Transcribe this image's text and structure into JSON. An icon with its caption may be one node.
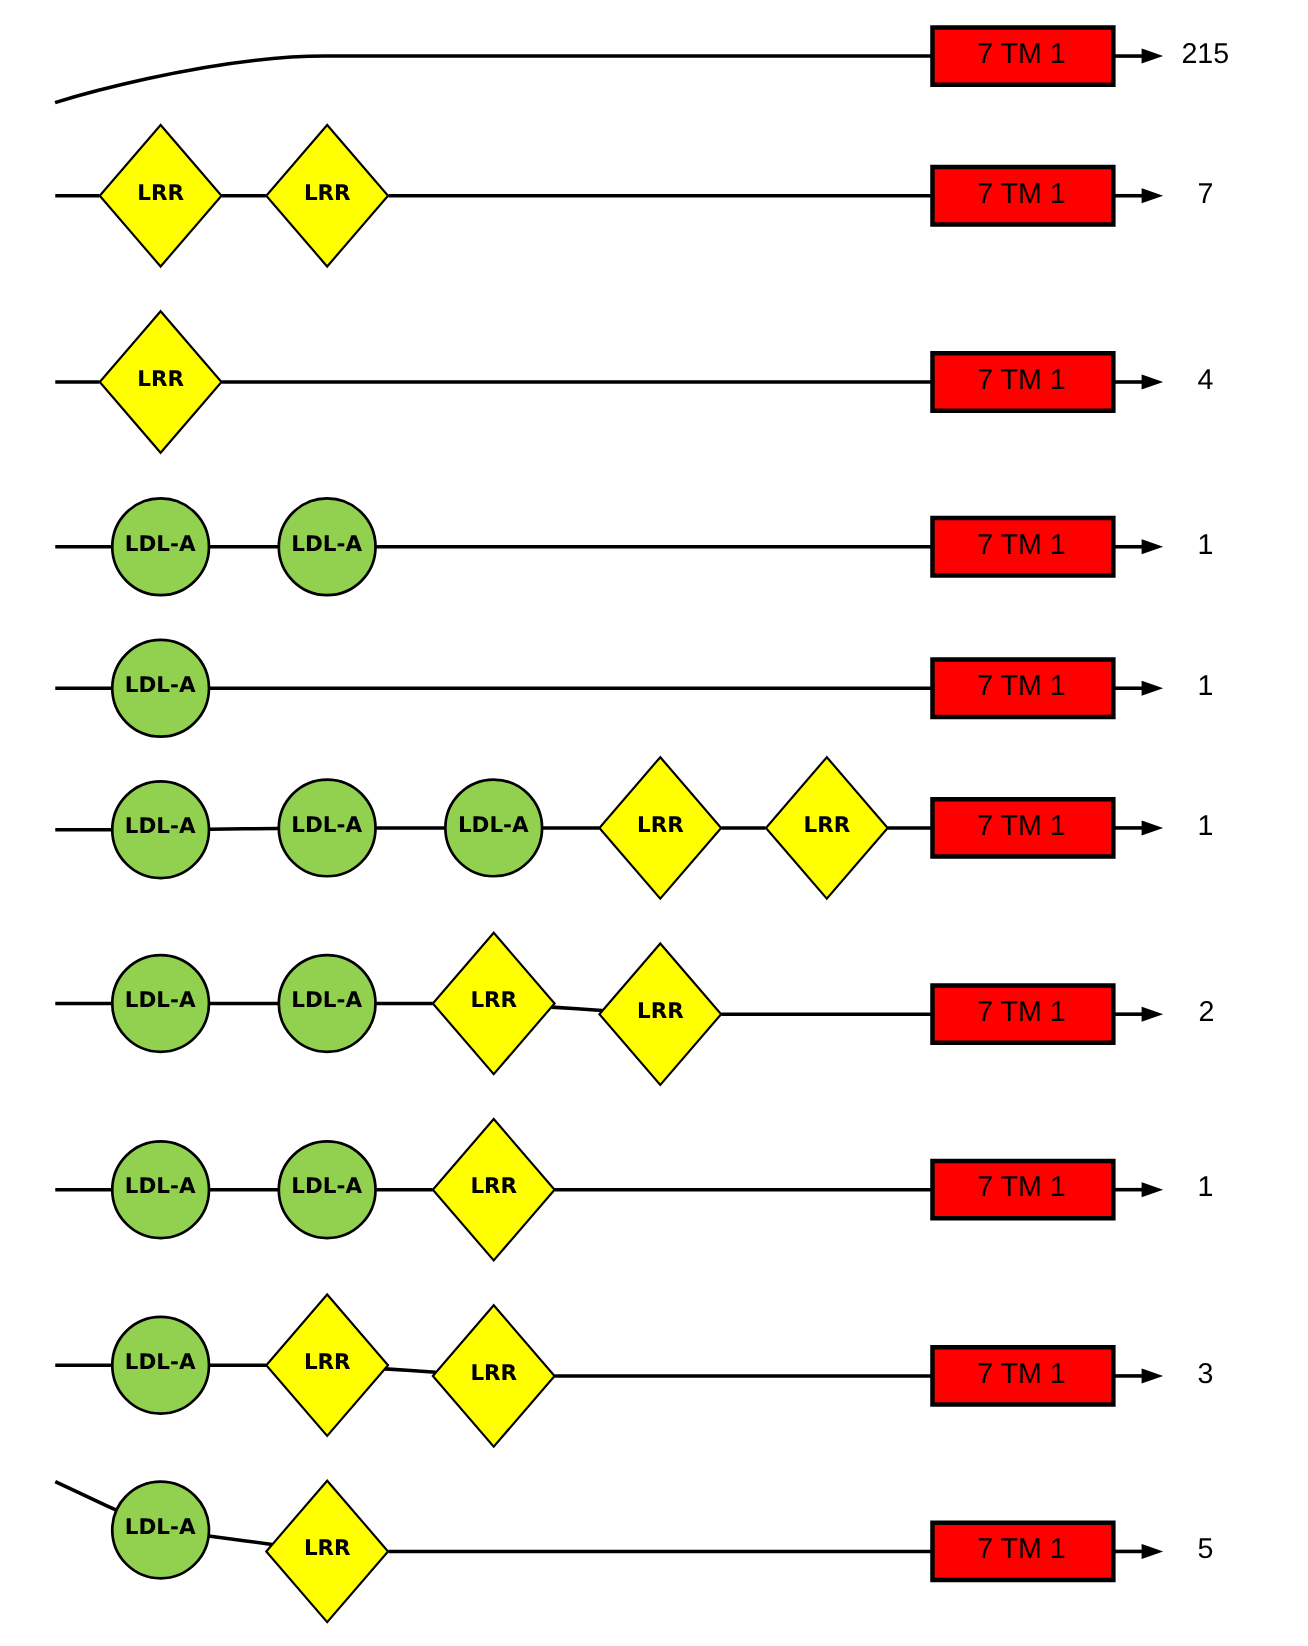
{
  "diagram": {
    "nodes": [
      {
        "text": [
          "LDL-A"
        ]
      },
      {
        "text": [
          "LRR"
        ]
      },
      {
        "text": [
          "7 TM 1"
        ]
      },
      {
        "text": [
          "5"
        ]
      },
      {
        "text": [
          "LDL-A"
        ]
      },
      {
        "text": [
          "LRR"
        ]
      },
      {
        "text": [
          "LRR"
        ]
      },
      {
        "text": [
          "7 TM 1"
        ]
      },
      {
        "text": [
          "3"
        ]
      },
      {
        "text": [
          "LDL-A"
        ]
      },
      {
        "text": [
          "LDL-A"
        ]
      },
      {
        "text": [
          "LRR"
        ]
      },
      {
        "text": [
          "7 TM 1"
        ]
      },
      {
        "text": [
          "1"
        ]
      },
      {
        "text": [
          "LDL-A"
        ]
      },
      {
        "text": [
          "LDL-A"
        ]
      },
      {
        "text": [
          "LRR"
        ]
      },
      {
        "text": [
          "LRR"
        ]
      },
      {
        "text": [
          "7 TM 1"
        ]
      },
      {
        "text": [
          "2"
        ]
      },
      {
        "text": [
          "LDL-A"
        ]
      },
      {
        "text": [
          "LDL-A"
        ]
      },
      {
        "text": [
          "LDL-A"
        ]
      },
      {
        "text": [
          "LRR"
        ]
      },
      {
        "text": [
          "LRR"
        ]
      },
      {
        "text": [
          "7 TM 1"
        ]
      },
      {
        "text": [
          "1"
        ]
      },
      {
        "text": [
          "LDL-A"
        ]
      },
      {
        "text": [
          "7 TM 1"
        ]
      },
      {
        "text": [
          "1"
        ]
      },
      {
        "text": [
          "LDL-A"
        ]
      },
      {
        "text": [
          "LDL-A"
        ]
      },
      {
        "text": [
          "7 TM 1"
        ]
      },
      {
        "text": [
          "1"
        ]
      },
      {
        "text": [
          "LRR"
        ]
      },
      {
        "text": [
          "7 TM 1"
        ]
      },
      {
        "text": [
          "4"
        ]
      },
      {
        "text": [
          "LRR"
        ]
      },
      {
        "text": [
          "LRR"
        ]
      },
      {
        "text": [
          "7 TM 1"
        ]
      },
      {
        "text": [
          "7"
        ]
      },
      {
        "text": [
          "7 TM 1"
        ]
      },
      {
        "text": [
          "215"
        ]
      }
    ],
    "edges": [
      {
        "from": null,
        "to": 0,
        "arrow": "none"
      },
      {
        "from": 0,
        "to": 1,
        "arrow": "none"
      },
      {
        "from": 1,
        "to": 2,
        "arrow": "none"
      },
      {
        "from": 2,
        "to": 3,
        "arrow": "to"
      },
      {
        "from": null,
        "to": 4,
        "arrow": "none"
      },
      {
        "from": 4,
        "to": 5,
        "arrow": "none"
      },
      {
        "from": 5,
        "to": 6,
        "arrow": "none"
      },
      {
        "from": 6,
        "to": 7,
        "arrow": "none"
      },
      {
        "from": 7,
        "to": 8,
        "arrow": "to"
      },
      {
        "from": null,
        "to": 9,
        "arrow": "none"
      },
      {
        "from": 9,
        "to": 10,
        "arrow": "none"
      },
      {
        "from": 10,
        "to": 11,
        "arrow": "none"
      },
      {
        "from": 11,
        "to": 12,
        "arrow": "none"
      },
      {
        "from": 12,
        "to": 13,
        "arrow": "to"
      },
      {
        "from": null,
        "to": 14,
        "arrow": "none"
      },
      {
        "from": 14,
        "to": 15,
        "arrow": "none"
      },
      {
        "from": 15,
        "to": 16,
        "arrow": "none"
      },
      {
        "from": 16,
        "to": 17,
        "arrow": "none"
      },
      {
        "from": 17,
        "to": 18,
        "arrow": "none"
      },
      {
        "from": 18,
        "to": 19,
        "arrow": "to"
      },
      {
        "from": null,
        "to": 20,
        "arrow": "none"
      },
      {
        "from": 20,
        "to": 21,
        "arrow": "none"
      },
      {
        "from": 21,
        "to": 22,
        "arrow": "none"
      },
      {
        "from": 22,
        "to": 23,
        "arrow": "none"
      },
      {
        "from": 23,
        "to": 24,
        "arrow": "none"
      },
      {
        "from": 24,
        "to": 25,
        "arrow": "none"
      },
      {
        "from": 25,
        "to": 26,
        "arrow": "to"
      },
      {
        "from": null,
        "to": 27,
        "arrow": "none"
      },
      {
        "from": 27,
        "to": 28,
        "arrow": "none"
      },
      {
        "from": 28,
        "to": 29,
        "arrow": "to"
      },
      {
        "from": null,
        "to": 30,
        "arrow": "none"
      },
      {
        "from": 30,
        "to": 31,
        "arrow": "none"
      },
      {
        "from": 31,
        "to": 32,
        "arrow": "none"
      },
      {
        "from": 32,
        "to": 33,
        "arrow": "to"
      },
      {
        "from": null,
        "to": 34,
        "arrow": "none"
      },
      {
        "from": 34,
        "to": 35,
        "arrow": "none"
      },
      {
        "from": 35,
        "to": 36,
        "arrow": "to"
      },
      {
        "from": null,
        "to": 37,
        "arrow": "none"
      },
      {
        "from": 37,
        "to": 38,
        "arrow": "none"
      },
      {
        "from": 38,
        "to": 39,
        "arrow": "none"
      },
      {
        "from": 39,
        "to": 40,
        "arrow": "to"
      },
      {
        "from": null,
        "to": 41,
        "arrow": "none"
      },
      {
        "from": 41,
        "to": 42,
        "arrow": "to"
      }
    ]
  }
}
